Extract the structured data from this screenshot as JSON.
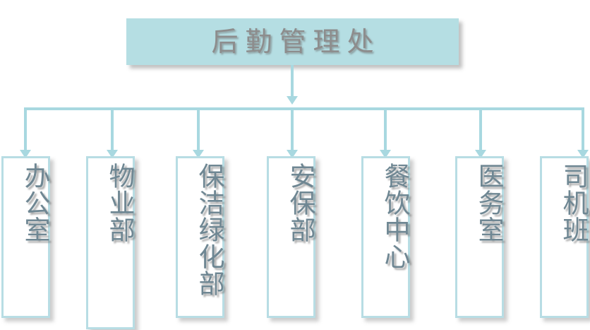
{
  "chart": {
    "type": "org-chart",
    "title": "后勤管理处",
    "root": {
      "label": "后勤管理处",
      "fill_color": "#b5dee3",
      "text_color": "#8d8d8d"
    },
    "connector_color": "#a8d8e0",
    "node_border_color": "#b8dde4",
    "node_fill_color": "#ffffff",
    "node_text_color": "#6f8793",
    "children": [
      {
        "label": "办公室"
      },
      {
        "label": "物业部"
      },
      {
        "label": "保洁绿化部"
      },
      {
        "label": "安保部"
      },
      {
        "label": "餐饮中心"
      },
      {
        "label": "医务室"
      },
      {
        "label": "司机班"
      }
    ]
  }
}
